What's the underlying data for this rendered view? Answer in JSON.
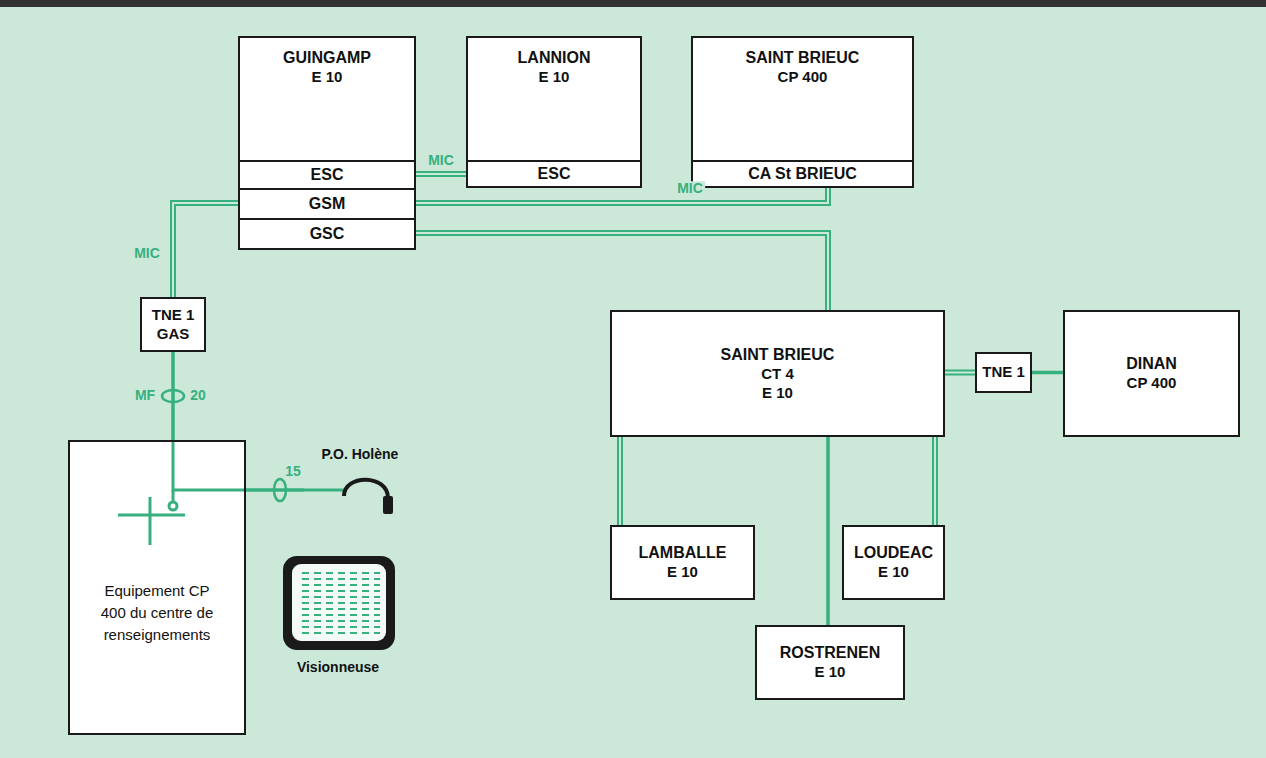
{
  "diagram": {
    "nodes": [
      {
        "text": [
          "GUINGAMP",
          "E 10"
        ]
      },
      {
        "text": [
          "ESC"
        ],
        "in": 0
      },
      {
        "text": [
          "GSM"
        ],
        "in": 0
      },
      {
        "text": [
          "GSC"
        ],
        "in": 0
      },
      {
        "text": [
          "LANNION",
          "E 10"
        ]
      },
      {
        "text": [
          "ESC"
        ],
        "in": 4
      },
      {
        "text": [
          "SAINT BRIEUC",
          "CP 400"
        ]
      },
      {
        "text": [
          "CA St BRIEUC"
        ],
        "in": 6
      },
      {
        "text": [
          "TNE 1",
          "GAS"
        ]
      },
      {
        "text": [
          "Equipement CP 400 du centre de renseignements"
        ]
      },
      {
        "text": [
          "P.O. Holène"
        ]
      },
      {
        "text": [
          "SAINT BRIEUC",
          "CT 4",
          "E 10"
        ]
      },
      {
        "text": [
          "TNE 1"
        ]
      },
      {
        "text": [
          "DINAN",
          "CP 400"
        ]
      },
      {
        "text": [
          "LAMBALLE",
          "E 10"
        ]
      },
      {
        "text": [
          "LOUDEAC",
          "E 10"
        ]
      },
      {
        "text": [
          "ROSTRENEN",
          "E 10"
        ]
      }
    ],
    "edges": [
      {
        "from": 1,
        "to": 5,
        "arrow": "none",
        "label": "MIC"
      },
      {
        "from": 2,
        "to": 7,
        "arrow": "none",
        "label": "MIC"
      },
      {
        "from": 3,
        "to": 11,
        "arrow": "none"
      },
      {
        "from": 2,
        "to": 8,
        "arrow": "none",
        "label": "MIC"
      },
      {
        "from": 8,
        "to": 9,
        "arrow": "none",
        "label": "MF"
      },
      {
        "from": 9,
        "to": 10,
        "arrow": "none"
      },
      {
        "from": 11,
        "to": 12,
        "arrow": "none"
      },
      {
        "from": 12,
        "to": 13,
        "arrow": "none"
      },
      {
        "from": 11,
        "to": 14,
        "arrow": "none"
      },
      {
        "from": 11,
        "to": 15,
        "arrow": "none"
      },
      {
        "from": 11,
        "to": 16,
        "arrow": "none"
      }
    ],
    "labels": [
      "20",
      "15",
      "Visionneuse"
    ]
  }
}
